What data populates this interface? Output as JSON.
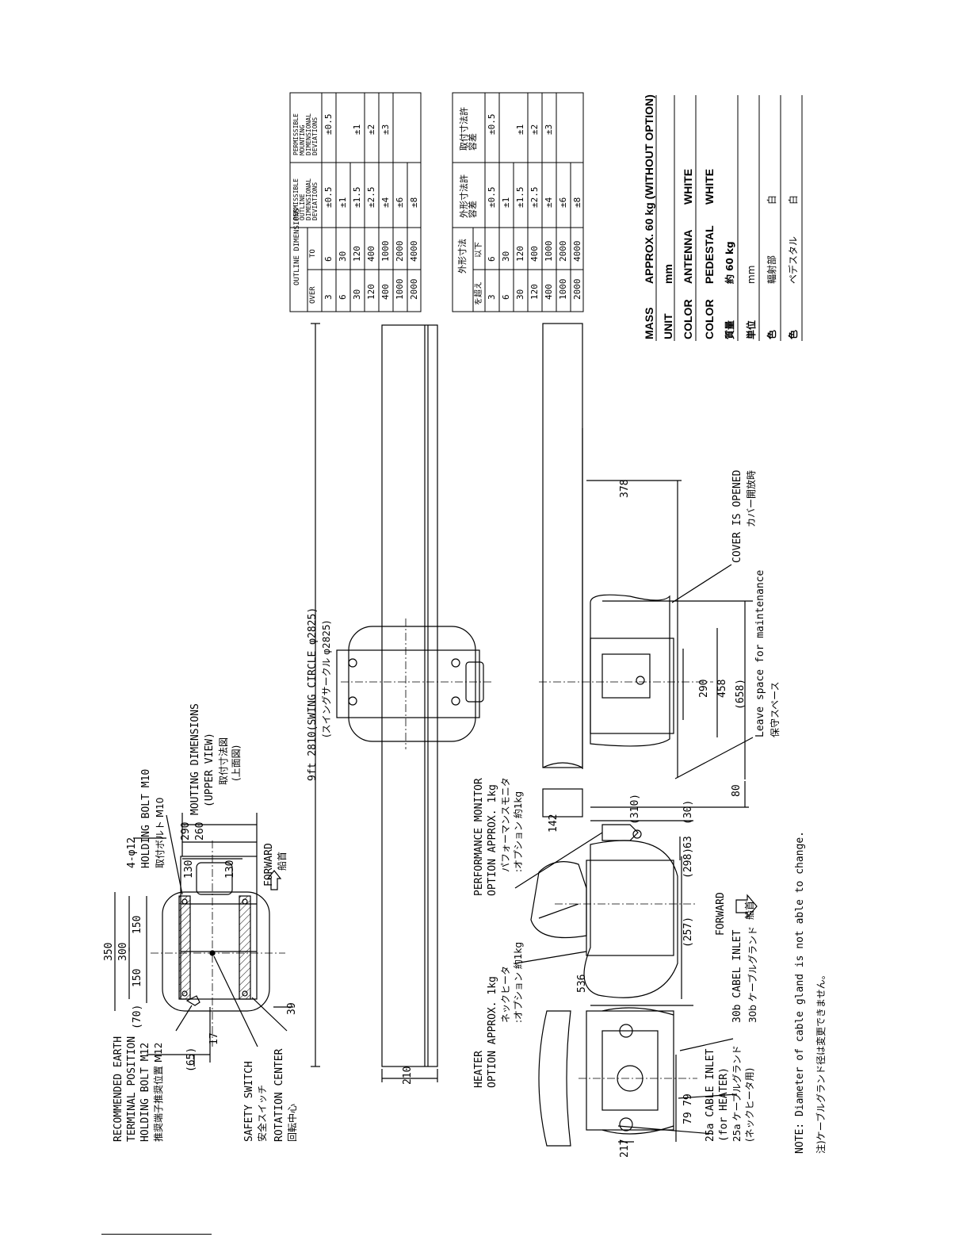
{
  "labels": {
    "recommended_earth": "RECOMMENDED EARTH",
    "terminal_position": "TERMINAL POSITION",
    "holding_bolt_m12": "HOLDING BOLT M12",
    "earth_jp": "推奨端子推奨位置 M12",
    "safety_switch": "SAFETY SWITCH",
    "safety_switch_jp": "安全スイッチ",
    "rotation_center": "ROTATION CENTER",
    "rotation_center_jp": "回転中心",
    "holes": "4-φ12",
    "holding_bolt_m10": "HOLDING BOLT M10",
    "holding_bolt_m10_jp": "取付ボルト M10",
    "mounting_dimensions": "MOUTING DIMENSIONS",
    "upper_view": "(UPPER VIEW)",
    "mounting_jp": "取付寸法図",
    "upper_jp": "(上面図)",
    "forward": "FORWARD",
    "forward_jp": "船首",
    "swing_circle": "9ft 2810(SWING CIRCLE φ2825)",
    "swing_circle_jp": "(スイングサークル φ2825)",
    "heater": "HEATER",
    "heater_option": "OPTION APPROX. 1kg",
    "heater_jp1": "ネックヒータ",
    "heater_jp2": ":オプション 約1kg",
    "perf_monitor": "PERFORMANCE MONITOR",
    "perf_monitor_option": "OPTION APPROX. 1kg",
    "perf_jp1": "パフォーマンスモニタ",
    "perf_jp2": ":オプション 約1kg",
    "cable_25a": "25a CABLE INLET",
    "cable_25a_for": "(for HEATER)",
    "cable_25a_jp": "25a ケーブルグランド",
    "cable_25a_jp2": "(ネックヒータ用)",
    "cable_30b": "30b CABEL INLET",
    "cable_30b_jp": "30b ケーブルグランド",
    "forward2": "FORWARD",
    "forward2_jp": "船首",
    "cover_opened": "COVER IS OPENED",
    "cover_opened_jp": "カバー開放時",
    "leave_space": "Leave space for maintenance",
    "leave_space_jp": "保守スペース",
    "note": "NOTE: Diameter of cable gland is not able to change.",
    "note_jp": "注)ケーブルグランド径は変更できません。"
  },
  "dims": {
    "d350": "350",
    "d300": "300",
    "d150a": "150",
    "d150b": "150",
    "d70": "(70)",
    "d65": "(65)",
    "d17": "17",
    "d39": "39",
    "d290": "290",
    "d260": "260",
    "d130a": "130",
    "d130b": "130",
    "d210": "210",
    "d217": "217",
    "d79a": "79",
    "d79b": "79",
    "d536": "536",
    "d257": "(257)",
    "d298": "(298)",
    "d63": "63",
    "d142": "142",
    "d310": "(310)",
    "d30": "(30)",
    "d80": "80",
    "d290b": "290",
    "d458": "458",
    "d658": "(658)",
    "d378": "378"
  },
  "table_en": {
    "header_outline": "OUTLINE DIMENSIONS",
    "header_over": "OVER",
    "header_to": "TO",
    "header_outline_dev": "PERMISSIBLE OUTLINE DIMENSIONAL DEVIATIONS",
    "header_mount_dev": "PERMISSIBLE MOUNTING DIMENSIONAL DEVIATIONS",
    "rows": [
      {
        "over": "3",
        "to": "6",
        "out": "±0.5",
        "mount": "±0.5"
      },
      {
        "over": "6",
        "to": "30",
        "out": "±1",
        "mount": ""
      },
      {
        "over": "30",
        "to": "120",
        "out": "±1.5",
        "mount": "±1"
      },
      {
        "over": "120",
        "to": "400",
        "out": "±2.5",
        "mount": "±2"
      },
      {
        "over": "400",
        "to": "1000",
        "out": "±4",
        "mount": "±3"
      },
      {
        "over": "1000",
        "to": "2000",
        "out": "±6",
        "mount": ""
      },
      {
        "over": "2000",
        "to": "4000",
        "out": "±8",
        "mount": ""
      }
    ]
  },
  "table_jp": {
    "header_outline": "外形寸法",
    "header_over": "を超え",
    "header_to": "以下",
    "header_outline_dev": "外形寸法許容差",
    "header_mount_dev": "取付寸法許容差",
    "rows": [
      {
        "over": "3",
        "to": "6",
        "out": "±0.5",
        "mount": "±0.5"
      },
      {
        "over": "6",
        "to": "30",
        "out": "±1",
        "mount": ""
      },
      {
        "over": "30",
        "to": "120",
        "out": "±1.5",
        "mount": "±1"
      },
      {
        "over": "120",
        "to": "400",
        "out": "±2.5",
        "mount": "±2"
      },
      {
        "over": "400",
        "to": "1000",
        "out": "±4",
        "mount": "±3"
      },
      {
        "over": "1000",
        "to": "2000",
        "out": "±6",
        "mount": ""
      },
      {
        "over": "2000",
        "to": "4000",
        "out": "±8",
        "mount": ""
      }
    ]
  },
  "spec": {
    "mass_label": "MASS",
    "mass_value": "APPROX. 60 kg (WITHOUT OPTION)",
    "unit_label": "UNIT",
    "unit_value": "mm",
    "color1_label": "COLOR",
    "color1_part": "ANTENNA",
    "color1_value": "WHITE",
    "color2_label": "COLOR",
    "color2_part": "PEDESTAL",
    "color2_value": "WHITE",
    "mass_jp_label": "質量",
    "mass_jp_value": "約 60 kg",
    "unit_jp_label": "単位",
    "unit_jp_value": "mm",
    "color_jp1_label": "色",
    "color_jp1_part": "輻射部",
    "color_jp1_value": "白",
    "color_jp2_label": "色",
    "color_jp2_part": "ペデスタル",
    "color_jp2_value": "白"
  }
}
